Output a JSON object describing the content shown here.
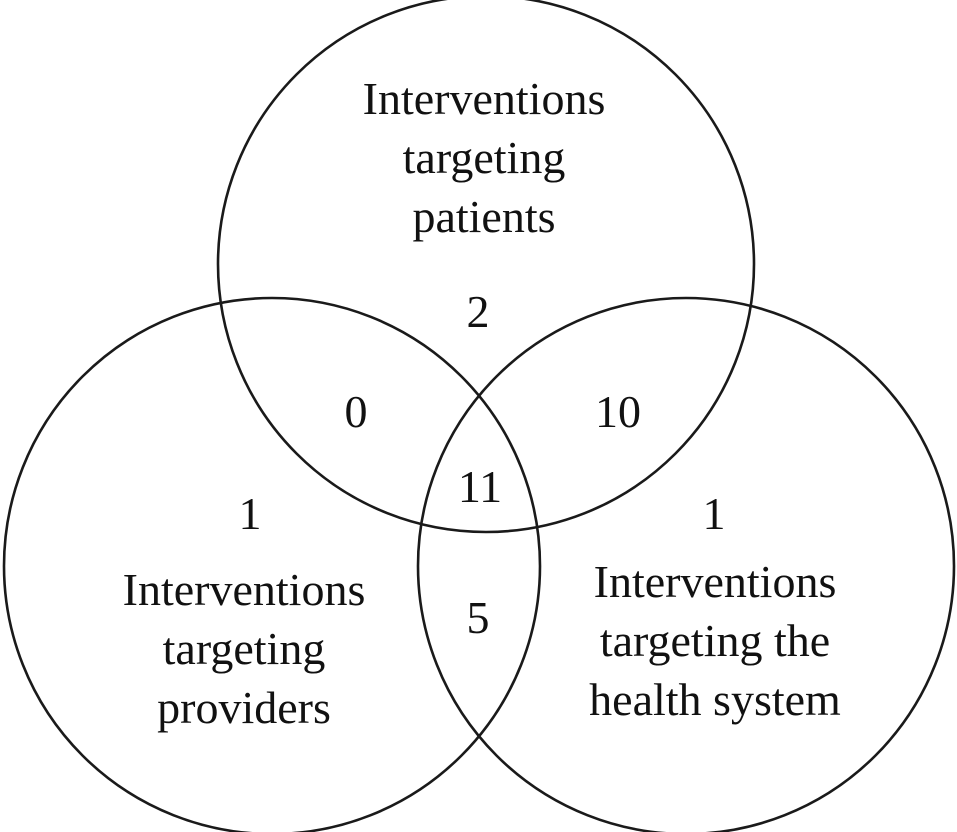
{
  "sets": {
    "patients": {
      "label_lines": [
        "Interventions",
        "targeting",
        "patients"
      ],
      "only_count": "2"
    },
    "providers": {
      "label_lines": [
        "Interventions",
        "targeting",
        "providers"
      ],
      "only_count": "1"
    },
    "health_system": {
      "label_lines": [
        "Interventions",
        "targeting the",
        "health system"
      ],
      "only_count": "1"
    }
  },
  "overlaps": {
    "patients_providers": "0",
    "patients_health_system": "10",
    "providers_health_system": "5",
    "all_three": "11"
  }
}
